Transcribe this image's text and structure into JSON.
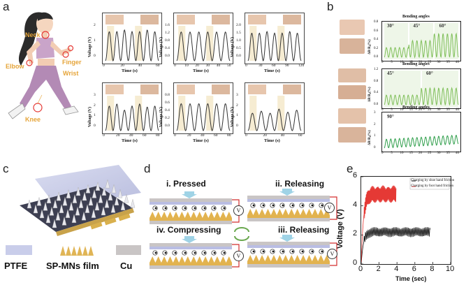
{
  "panel_labels": {
    "a": "a",
    "b": "b",
    "c": "c",
    "d": "d",
    "e": "e"
  },
  "body_labels": {
    "neck": "Neck",
    "elbow": "Elbow",
    "finger": "Finger",
    "wrist": "Wrist",
    "knee": "Knee"
  },
  "mini_charts": {
    "ylabel": "Voltage (V)",
    "xlabel": "Time (s)",
    "charts": [
      {
        "yticks": [
          "2",
          "1",
          "0"
        ],
        "xticks": [
          "0",
          "20",
          "40",
          "60"
        ],
        "peaks": [
          1.9,
          1.9,
          2.0,
          1.9,
          1.9,
          2.0,
          1.9
        ]
      },
      {
        "yticks": [
          "1.6",
          "1.2",
          "0.8",
          "0.4",
          "0.0"
        ],
        "xticks": [
          "0",
          "10",
          "20",
          "30",
          "40",
          "50"
        ],
        "peaks": [
          1.5,
          1.5,
          1.5,
          1.5,
          1.5,
          1.5
        ]
      },
      {
        "yticks": [
          "2.0",
          "1.5",
          "1.0",
          "0.5",
          "0.0"
        ],
        "xticks": [
          "0",
          "30",
          "60",
          "90",
          "120"
        ],
        "peaks": [
          1.8,
          1.8,
          1.9,
          1.8,
          1.8,
          1.9,
          1.8
        ]
      },
      {
        "yticks": [
          "3",
          "2",
          "1",
          "0"
        ],
        "xticks": [
          "0",
          "20",
          "40",
          "60",
          "80"
        ],
        "peaks": [
          2.4,
          2.6,
          2.0,
          2.4,
          2.6,
          2.3,
          2.4
        ]
      },
      {
        "yticks": [
          "0.8",
          "0.6",
          "0.4",
          "0.2",
          "0.0"
        ],
        "xticks": [
          "0",
          "20",
          "40",
          "60",
          "80"
        ],
        "peaks": [
          0.7,
          0.7,
          0.7,
          0.7,
          0.7,
          0.7
        ]
      },
      {
        "yticks": [
          "3",
          "2",
          "1",
          "0"
        ],
        "xticks": [
          "0",
          "20",
          "40",
          "60"
        ],
        "peaks": [
          1.7,
          1.9,
          1.7,
          2.1,
          1.8,
          2.0
        ]
      }
    ]
  },
  "bending": {
    "title": "Bending angles",
    "ylabel": "ΔR/R₀(%)",
    "charts": [
      {
        "angles": [
          "30°",
          "45°",
          "60°"
        ],
        "yticks": [
          "0.8",
          "0.6",
          "0.4",
          "0.2",
          "0.0"
        ],
        "xticks": [
          "0",
          "5",
          "10",
          "15",
          "20",
          "25",
          "30",
          "35",
          "40"
        ]
      },
      {
        "angles": [
          "45°",
          "60°"
        ],
        "yticks": [
          "1.2",
          "0.8",
          "0.4",
          "0.0"
        ],
        "xticks": [
          "0",
          "5",
          "10",
          "15",
          "20",
          "25",
          "30",
          "35",
          "40"
        ]
      },
      {
        "angles": [
          "90°"
        ],
        "yticks": [
          "3",
          "2",
          "1",
          "0"
        ],
        "xticks": [
          "0",
          "5",
          "10",
          "15",
          "20",
          "25",
          "30",
          "35",
          "40"
        ]
      }
    ]
  },
  "legend_c": {
    "ptfe": "PTFE",
    "spmns": "SP-MNs film",
    "cu": "Cu"
  },
  "steps": {
    "pressed": "i.  Pressed",
    "releasing1": "ii.  Releasing",
    "compressing": "iv.  Compressing",
    "releasing2": "iii.  Releasing",
    "v": "V"
  },
  "chart_data": {
    "type": "line",
    "title": "",
    "xlabel": "Time (sec)",
    "ylabel": "Voltage (V)",
    "xlim": [
      0,
      10
    ],
    "ylim": [
      0,
      6
    ],
    "xticks": [
      "0",
      "2",
      "4",
      "6",
      "8",
      "10"
    ],
    "yticks": [
      "0",
      "2",
      "4",
      "6"
    ],
    "legend_position": "top-right",
    "series": [
      {
        "name": "Charging by shoe hand friction",
        "color": "#111111",
        "x_range": [
          0,
          7.7
        ],
        "plateau": 2.2,
        "amplitude": 0.35
      },
      {
        "name": "Charging by foot hand friction",
        "color": "#e53935",
        "x_range": [
          0,
          3.9
        ],
        "plateau": 4.8,
        "amplitude": 0.6
      }
    ]
  }
}
